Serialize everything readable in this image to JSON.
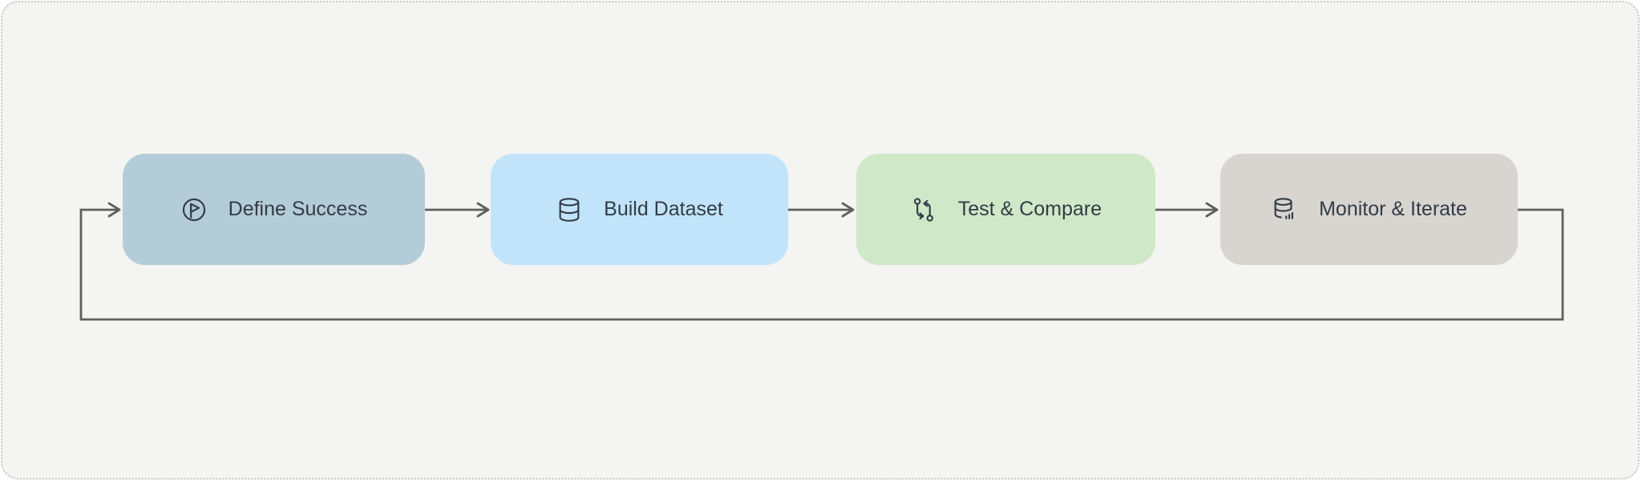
{
  "diagram": {
    "type": "flowchart",
    "orientation": "left-to-right",
    "canvas": {
      "background": "#f4f4f2",
      "outer_background": "#ffffff",
      "border_color": "rgba(150,150,150,0.45)"
    },
    "colors": {
      "edge": "#5f5f5f",
      "text": "#333c46"
    },
    "nodes": [
      {
        "id": "define-success",
        "label": "Define Success",
        "icon": "goal-flag-icon",
        "fill": "#b4ccd7"
      },
      {
        "id": "build-dataset",
        "label": "Build Dataset",
        "icon": "database-icon",
        "fill": "#c1e4fa"
      },
      {
        "id": "test-compare",
        "label": "Test & Compare",
        "icon": "compare-arrows-icon",
        "fill": "#cfe8c7"
      },
      {
        "id": "monitor-iterate",
        "label": "Monitor & Iterate",
        "icon": "database-chart-icon",
        "fill": "#d8d4d0"
      }
    ],
    "edges": [
      {
        "from": "define-success",
        "to": "build-dataset",
        "type": "arrow"
      },
      {
        "from": "build-dataset",
        "to": "test-compare",
        "type": "arrow"
      },
      {
        "from": "test-compare",
        "to": "monitor-iterate",
        "type": "arrow"
      },
      {
        "from": "monitor-iterate",
        "to": "define-success",
        "type": "feedback-loop-arrow"
      }
    ]
  }
}
